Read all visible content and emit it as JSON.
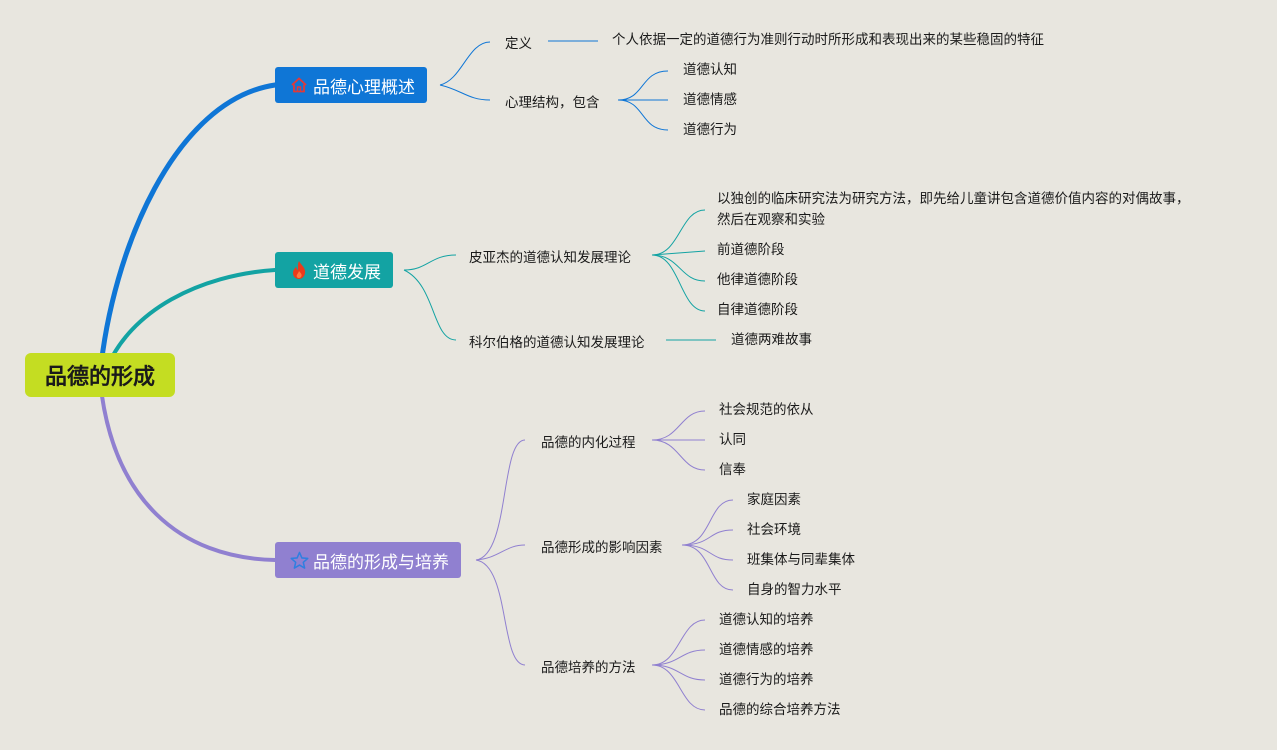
{
  "colors": {
    "root": "#c4dd22",
    "branch1": "#0f76d6",
    "branch2": "#13a3a3",
    "branch3": "#9080d0"
  },
  "root": {
    "label": "品德的形成"
  },
  "branch1": {
    "label": "品德心理概述",
    "icon": "house-icon",
    "definition": {
      "label": "定义",
      "text": "个人依据一定的道德行为准则行动时所形成和表现出来的某些稳固的特征"
    },
    "structure": {
      "label": "心理结构，包含",
      "items": [
        "道德认知",
        "道德情感",
        "道德行为"
      ]
    }
  },
  "branch2": {
    "label": "道德发展",
    "icon": "flame-icon",
    "piaget": {
      "label": "皮亚杰的道德认知发展理论",
      "method_line1": "以独创的临床研究法为研究方法，即先给儿童讲包含道德价值内容的对偶故事，",
      "method_line2": "然后在观察和实验",
      "stages": [
        "前道德阶段",
        "他律道德阶段",
        "自律道德阶段"
      ]
    },
    "kohlberg": {
      "label": "科尔伯格的道德认知发展理论",
      "item": "道德两难故事"
    }
  },
  "branch3": {
    "label": "品德的形成与培养",
    "icon": "star-icon",
    "internalization": {
      "label": "品德的内化过程",
      "items": [
        "社会规范的依从",
        "认同",
        "信奉"
      ]
    },
    "factors": {
      "label": "品德形成的影响因素",
      "items": [
        "家庭因素",
        "社会环境",
        "班集体与同辈集体",
        "自身的智力水平"
      ]
    },
    "methods": {
      "label": "品德培养的方法",
      "items": [
        "道德认知的培养",
        "道德情感的培养",
        "道德行为的培养",
        "品德的综合培养方法"
      ]
    }
  }
}
